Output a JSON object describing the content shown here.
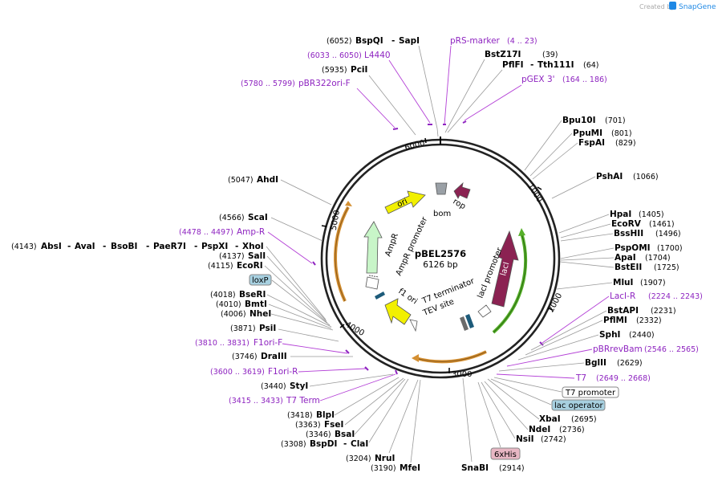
{
  "branding": {
    "created_by": "Created by",
    "app": "SnapGene"
  },
  "plasmid": {
    "name": "pBEL2576",
    "size": "6126 bp"
  },
  "ticks": [
    "1000",
    "2000",
    "3000",
    "4000",
    "5000",
    "6000"
  ],
  "enzymes_top": [
    {
      "pos": "(6052)",
      "name": "BspQI",
      "name2": "SapI"
    },
    {
      "pos": "(5935)",
      "name": "PciI"
    },
    {
      "pos": "(39)",
      "name": "BstZ17I"
    },
    {
      "pos": "(64)",
      "name": "PflFI",
      "name2": "Tth111I"
    }
  ],
  "primers_top": [
    {
      "label": "pRS-marker",
      "range": "(4 .. 23)"
    },
    {
      "label": "L4440",
      "range": "(6033 .. 6050)"
    },
    {
      "label": "pBR322ori-F",
      "range": "(5780 .. 5799)"
    },
    {
      "label": "pGEX 3'",
      "range": "(164 .. 186)"
    }
  ],
  "enzymes_right": [
    {
      "name": "Bpu10I",
      "pos": "(701)"
    },
    {
      "name": "PpuMI",
      "pos": "(801)"
    },
    {
      "name": "FspAI",
      "pos": "(829)"
    },
    {
      "name": "PshAI",
      "pos": "(1066)"
    },
    {
      "name": "HpaI",
      "pos": "(1405)"
    },
    {
      "name": "EcoRV",
      "pos": "(1461)"
    },
    {
      "name": "BssHII",
      "pos": "(1496)"
    },
    {
      "name": "PspOMI",
      "pos": "(1700)"
    },
    {
      "name": "ApaI",
      "pos": "(1704)"
    },
    {
      "name": "BstEII",
      "pos": "(1725)"
    },
    {
      "name": "MluI",
      "pos": "(1907)"
    },
    {
      "name": "BstAPI",
      "pos": "(2231)"
    },
    {
      "name": "PflMI",
      "pos": "(2332)"
    },
    {
      "name": "SphI",
      "pos": "(2440)"
    },
    {
      "name": "BglII",
      "pos": "(2629)"
    },
    {
      "name": "XbaI",
      "pos": "(2695)"
    },
    {
      "name": "NdeI",
      "pos": "(2736)"
    },
    {
      "name": "NsiI",
      "pos": "(2742)"
    },
    {
      "name": "SnaBI",
      "pos": "(2914)"
    }
  ],
  "primers_right": [
    {
      "label": "LacI-R",
      "range": "(2224 .. 2243)"
    },
    {
      "label": "pBRrevBam",
      "range": "(2546 .. 2565)"
    },
    {
      "label": "T7",
      "range": "(2649 .. 2668)"
    }
  ],
  "boxes_right": {
    "t7_promoter": "T7 promoter",
    "lac_operator": "lac operator",
    "his": "6xHis"
  },
  "enzymes_left": [
    {
      "pos": "(5047)",
      "name": "AhdI"
    },
    {
      "pos": "(4566)",
      "name": "ScaI"
    },
    {
      "pos": "(4143)",
      "name": "AbsI",
      "others": [
        "AvaI",
        "BsoBI",
        "PaeR7I",
        "PspXI",
        "XhoI"
      ]
    },
    {
      "pos": "(4137)",
      "name": "SalI"
    },
    {
      "pos": "(4115)",
      "name": "EcoRI"
    },
    {
      "pos": "(4018)",
      "name": "BseRI"
    },
    {
      "pos": "(4010)",
      "name": "BmtI"
    },
    {
      "pos": "(4006)",
      "name": "NheI"
    },
    {
      "pos": "(3871)",
      "name": "PsiI"
    },
    {
      "pos": "(3746)",
      "name": "DraIII"
    },
    {
      "pos": "(3440)",
      "name": "StyI"
    },
    {
      "pos": "(3418)",
      "name": "BlpI"
    },
    {
      "pos": "(3363)",
      "name": "FseI"
    },
    {
      "pos": "(3346)",
      "name": "BsaI"
    },
    {
      "pos": "(3308)",
      "name": "BspDI",
      "name2": "ClaI"
    },
    {
      "pos": "(3204)",
      "name": "NruI"
    },
    {
      "pos": "(3190)",
      "name": "MfeI"
    }
  ],
  "primers_left": [
    {
      "label": "Amp-R",
      "range": "(4478 .. 4497)"
    },
    {
      "label": "F1ori-F",
      "range": "(3810 .. 3831)"
    },
    {
      "label": "F1ori-R",
      "range": "(3600 .. 3619)"
    },
    {
      "label": "T7 Term",
      "range": "(3415 .. 3433)"
    }
  ],
  "loxp": "loxP",
  "features": {
    "ori": "ori",
    "rop": "rop",
    "bom": "bom",
    "ampr": "AmpR",
    "ampr_promoter": "AmpR promoter",
    "laci": "lacI",
    "laci_promoter": "lacI promoter",
    "f1_ori": "f1 ori",
    "t7_terminator": "T7 terminator",
    "tev_site": "TEV site"
  },
  "colors": {
    "purple": "#8e24c0",
    "ori": "#f2f000",
    "rop": "#8b2252",
    "ampr": "#c8f5c8",
    "lacI": "#8b2252",
    "orange": "#e89a2c",
    "green": "#4caf20"
  }
}
